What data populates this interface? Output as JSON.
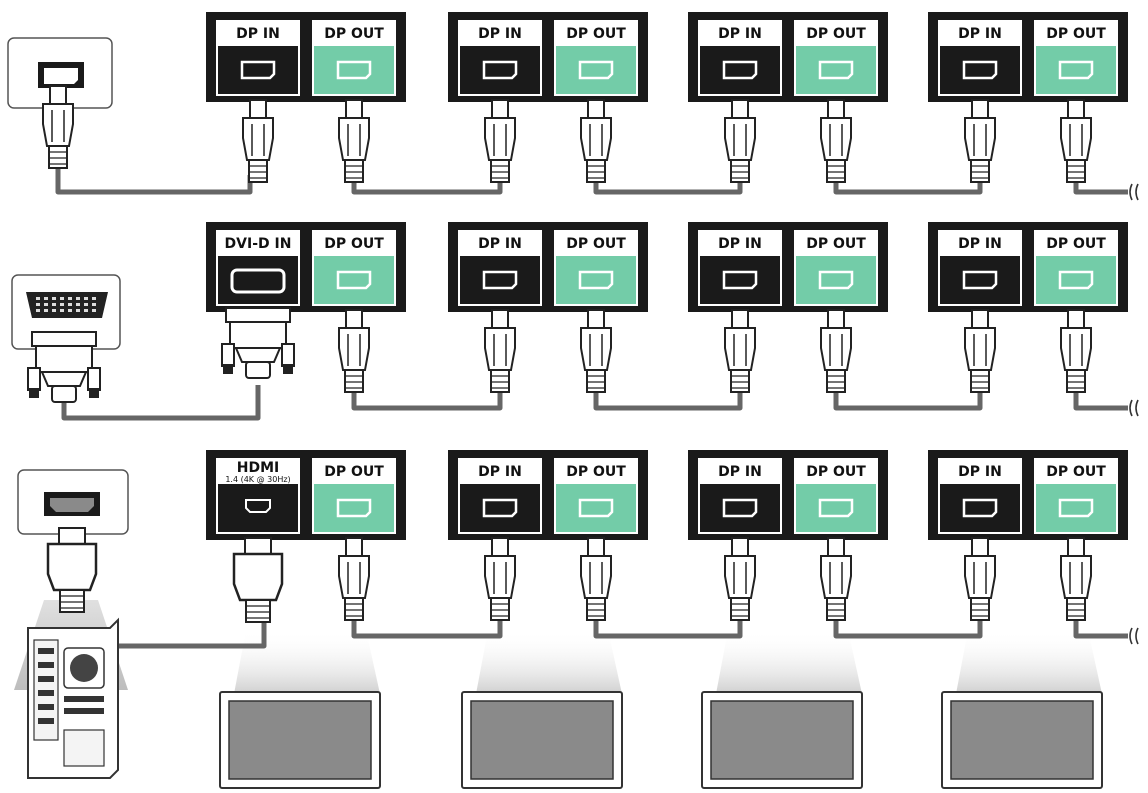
{
  "colors": {
    "panel": "#1a1a1a",
    "accent": "#73cca8",
    "cable": "#666666",
    "screen": "#8a8a8a",
    "light": "#d8d8d8"
  },
  "rows": [
    {
      "source": "displayport",
      "panels": [
        {
          "in_label": "DP IN",
          "out_label": "DP OUT"
        },
        {
          "in_label": "DP IN",
          "out_label": "DP OUT"
        },
        {
          "in_label": "DP IN",
          "out_label": "DP OUT"
        },
        {
          "in_label": "DP IN",
          "out_label": "DP OUT"
        }
      ]
    },
    {
      "source": "dvi",
      "panels": [
        {
          "in_label": "DVI-D IN",
          "out_label": "DP OUT"
        },
        {
          "in_label": "DP IN",
          "out_label": "DP OUT"
        },
        {
          "in_label": "DP IN",
          "out_label": "DP OUT"
        },
        {
          "in_label": "DP IN",
          "out_label": "DP OUT"
        }
      ]
    },
    {
      "source": "hdmi",
      "panels": [
        {
          "in_label": "HDMI",
          "in_sub_label": "1.4 (4K @ 30Hz)",
          "out_label": "DP OUT"
        },
        {
          "in_label": "DP IN",
          "out_label": "DP OUT"
        },
        {
          "in_label": "DP IN",
          "out_label": "DP OUT"
        },
        {
          "in_label": "DP IN",
          "out_label": "DP OUT"
        }
      ]
    }
  ]
}
